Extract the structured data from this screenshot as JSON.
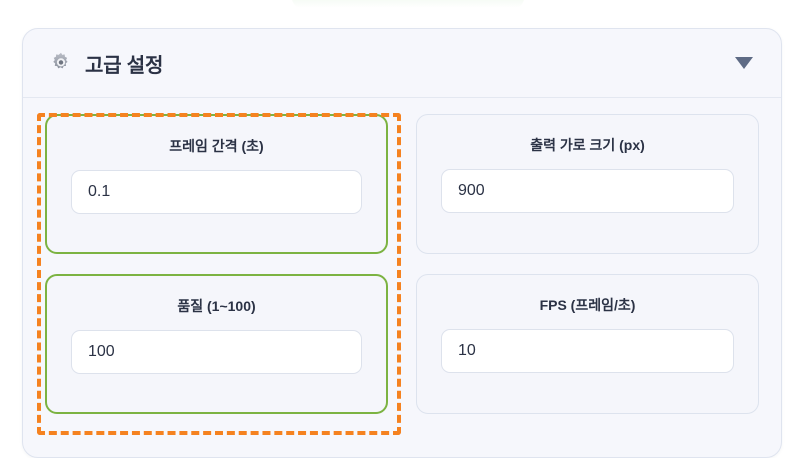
{
  "panel": {
    "title": "고급 설정",
    "gear_icon": "gear-icon",
    "collapse_icon": "caret-down-icon",
    "fields": [
      {
        "id": "frame-interval",
        "label": "프레임 간격 (초)",
        "value": "0.1",
        "highlighted": true
      },
      {
        "id": "output-width",
        "label": "출력 가로 크기 (px)",
        "value": "900",
        "highlighted": false
      },
      {
        "id": "quality",
        "label": "품질 (1~100)",
        "value": "100",
        "highlighted": true
      },
      {
        "id": "fps",
        "label": "FPS (프레임/초)",
        "value": "10",
        "highlighted": false
      }
    ]
  },
  "colors": {
    "accent_orange": "#f58220",
    "highlight_green": "#7cb342",
    "panel_bg": "#f6f7fc",
    "panel_border": "#dfe4ef",
    "card_bg": "#f5f6fb",
    "card_border": "#dde3ee",
    "input_bg": "#ffffff",
    "input_border": "#dde2ec",
    "text_primary": "#2b3245",
    "caret": "#5e6b85"
  }
}
